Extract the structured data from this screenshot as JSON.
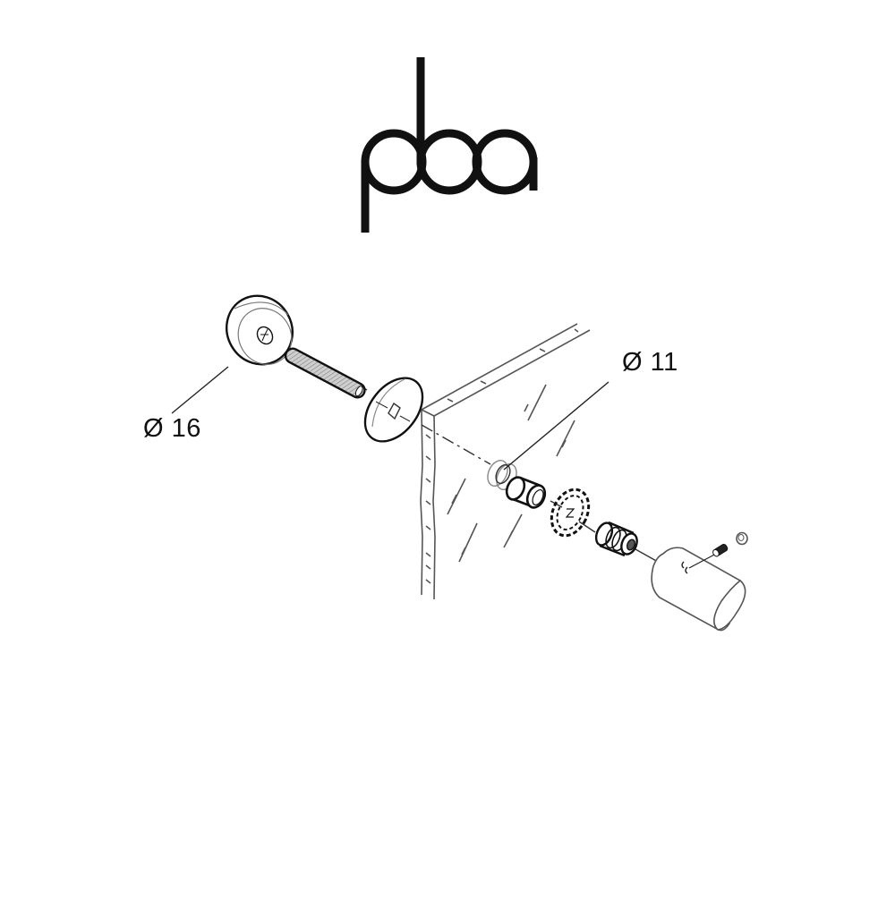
{
  "logo": {
    "text": "pba",
    "color": "#111111"
  },
  "diagram": {
    "title": "Exploded assembly of knob mounted through glass panel",
    "line_color": "#111111",
    "glass_line_color": "#555555",
    "background": "#ffffff",
    "callouts": [
      {
        "id": "d16",
        "text": "Ø 16",
        "target": "knob"
      },
      {
        "id": "d11",
        "text": "Ø 11",
        "target": "glass-bushing"
      }
    ],
    "components": [
      {
        "id": "knob",
        "name": "Round knob (Ø 16)"
      },
      {
        "id": "threaded-rod",
        "name": "Threaded rod"
      },
      {
        "id": "washer-square-hole",
        "name": "Disc washer with square hole"
      },
      {
        "id": "glass-panel",
        "name": "Glass panel"
      },
      {
        "id": "glass-bushing",
        "name": "Bushing ring (Ø 11)"
      },
      {
        "id": "sleeve",
        "name": "Spacer sleeve"
      },
      {
        "id": "gasket",
        "name": "Toothed gasket washer"
      },
      {
        "id": "threaded-insert",
        "name": "Threaded insert"
      },
      {
        "id": "bar-handle",
        "name": "Cylindrical bar handle"
      },
      {
        "id": "grub-screw",
        "name": "Grub screw"
      },
      {
        "id": "cap",
        "name": "Small cap"
      }
    ]
  }
}
